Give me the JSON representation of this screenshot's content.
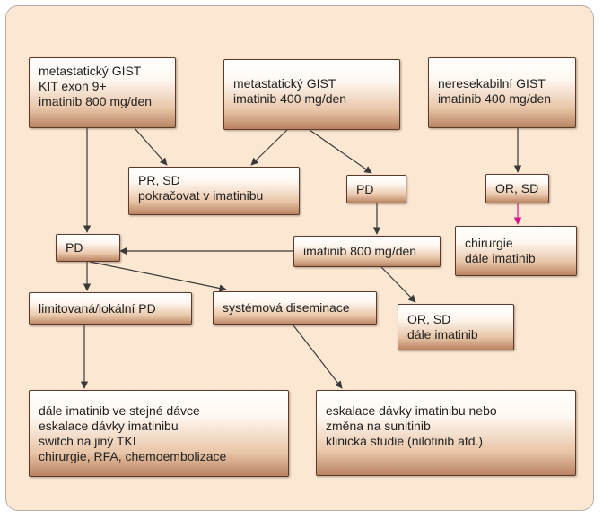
{
  "nodes": {
    "gist_kit": {
      "lines": [
        "metastatický GIST",
        "KIT exon 9+",
        "imatinib 800 mg/den"
      ]
    },
    "gist_400": {
      "lines": [
        "metastatický GIST",
        "imatinib 400 mg/den"
      ]
    },
    "neresekabilni": {
      "lines": [
        "neresekabilní GIST",
        "imatinib 400 mg/den"
      ]
    },
    "pr_sd": {
      "lines": [
        "PR, SD",
        "pokračovat v imatinibu"
      ]
    },
    "pd_mid": {
      "lines": [
        "PD"
      ]
    },
    "or_sd_right": {
      "lines": [
        "OR, SD"
      ]
    },
    "pd_left": {
      "lines": [
        "PD"
      ]
    },
    "imatinib_800": {
      "lines": [
        "imatinib 800 mg/den"
      ]
    },
    "chirurgie": {
      "lines": [
        "chirurgie",
        "dále imatinib"
      ]
    },
    "limitovana": {
      "lines": [
        "limitovaná/lokální PD"
      ]
    },
    "systemova": {
      "lines": [
        "systémová diseminace"
      ]
    },
    "or_sd_bottom": {
      "lines": [
        "OR, SD",
        "dále imatinib"
      ]
    },
    "dale_imatinib": {
      "lines": [
        "dále imatinib ve stejné dávce",
        "eskalace dávky imatinibu",
        "switch na jiný TKI",
        "chirurgie, RFA, chemoembolizace"
      ]
    },
    "eskalace": {
      "lines": [
        "eskalace dávky imatinibu nebo",
        "změna na sunitinib",
        "klinická studie (nilotinib atd.)"
      ]
    }
  },
  "colors": {
    "panel": "#fbe7d2",
    "box_border": "#5a3a2c",
    "arrow": "#3a3a3a",
    "highlight_arrow": "#e0138c"
  }
}
